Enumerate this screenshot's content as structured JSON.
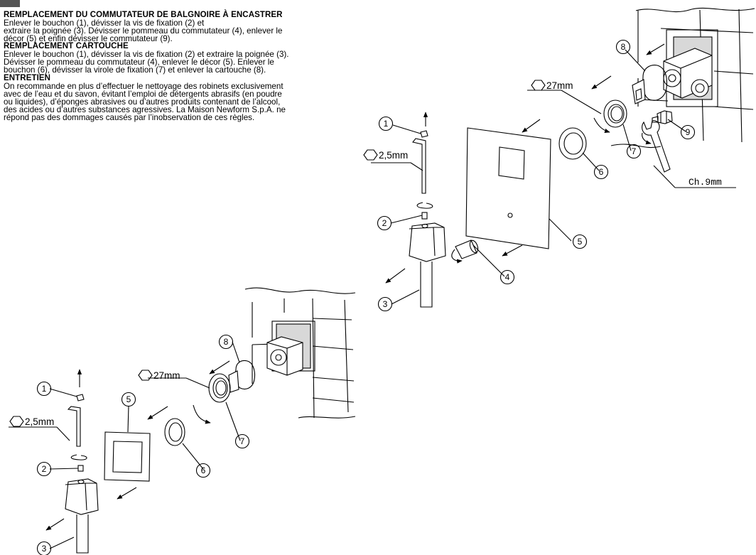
{
  "sections": [
    {
      "heading": "REMPLACEMENT DU COMMUTATEUR DE BALGNOIRE À ENCASTRER",
      "lines": [
        "Enlever le bouchon (1), dévisser la vis de fixation (2) et",
        "extraire la poignée (3). Dévisser le pommeau du commutateur (4), enlever le",
        "décor (5) et enfin dévisser le commutateur (9)."
      ]
    },
    {
      "heading": "REMPLACEMENT CARTOUCHE",
      "lines": [
        "Enlever le bouchon (1), dévisser la vis de fixation (2) et extraire la poignée (3).",
        "Dévisser le pommeau du commutateur (4), enlever le décor (5). Enlever le",
        "bouchon (6), dévisser la virole de fixation (7) et enlever la cartouche (8)."
      ]
    },
    {
      "heading": "ENTRETIEN",
      "lines": [
        "On recommande en plus d’effectuer le nettoyage des robinets exclusivement",
        "avec de l’eau et du savon, évitant l’emploi de détergents abrasifs (en poudre",
        "ou liquides), d’éponges abrasives ou d’autres produits contenant de l’alcool,",
        "des acides ou d’autres substances agressives. La Maison Newform S.p.A. ne",
        "répond pas des dommages causés par l’inobservation de ces règles."
      ]
    }
  ],
  "diagram_top": {
    "callouts": [
      "1",
      "2",
      "3",
      "4",
      "5",
      "6",
      "7",
      "8",
      "9"
    ],
    "hex_key_size": "2,5mm",
    "nut_size": "27mm",
    "wrench_label": "Ch.9mm"
  },
  "diagram_bottom": {
    "callouts": [
      "1",
      "2",
      "3",
      "5",
      "6",
      "7",
      "8"
    ],
    "hex_key_size": "2,5mm",
    "nut_size": "27mm"
  }
}
